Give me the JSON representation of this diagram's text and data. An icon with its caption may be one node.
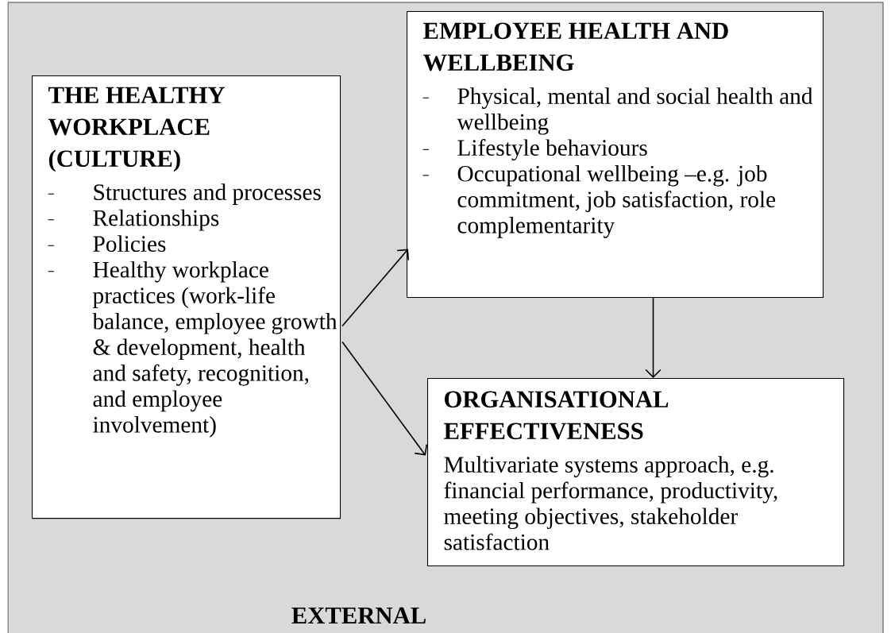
{
  "diagram": {
    "nodes": [
      {
        "text": [
          "EXTERNAL"
        ]
      },
      {
        "text": [
          "THE HEALTHY WORKPLACE (CULTURE)",
          "Structures and processes",
          "Relationships",
          "Policies",
          "Healthy workplace practices (work-life balance, employee growth & development, health and safety, recognition, and employee involvement)"
        ],
        "in": 0
      },
      {
        "text": [
          "EMPLOYEE HEALTH AND WELLBEING",
          "Physical, mental and social health and wellbeing",
          "Lifestyle behaviours",
          "Occupational wellbeing –e.g.  job commitment, job satisfaction, role complementarity"
        ],
        "in": 0
      },
      {
        "text": [
          "ORGANISATIONAL EFFECTIVENESS",
          "Multivariate systems approach, e.g. financial performance, productivity, meeting objectives, stakeholder satisfaction"
        ],
        "in": 0
      }
    ],
    "edges": [
      {
        "from": 1,
        "to": 2,
        "arrow": "to"
      },
      {
        "from": 1,
        "to": 3,
        "arrow": "to"
      },
      {
        "from": 2,
        "to": 3,
        "arrow": "to"
      }
    ]
  }
}
